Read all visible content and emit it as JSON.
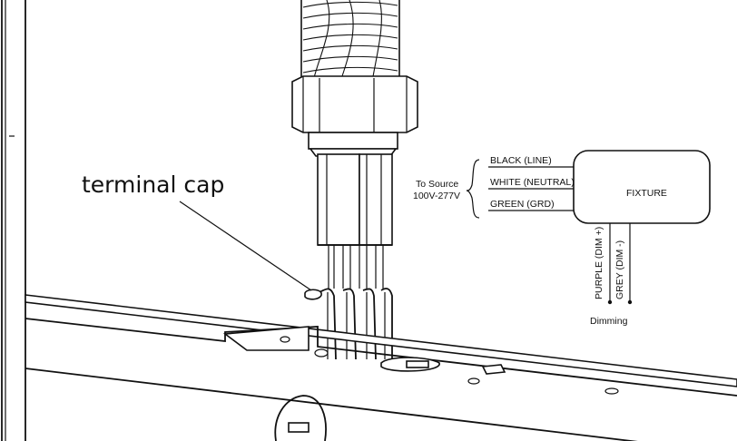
{
  "diagram": {
    "callout": {
      "text": "terminal cap"
    },
    "source": {
      "line1": "To Source",
      "line2": "100V-277V"
    },
    "wires": [
      {
        "label": "BLACK (LINE)"
      },
      {
        "label": "WHITE (NEUTRAL)"
      },
      {
        "label": "GREEN (GRD)"
      }
    ],
    "fixture": {
      "label": "FIXTURE"
    },
    "dimming": {
      "labels": [
        "PURPLE (DIM +)",
        "GREY (DIM -)"
      ],
      "caption": "Dimming"
    }
  }
}
